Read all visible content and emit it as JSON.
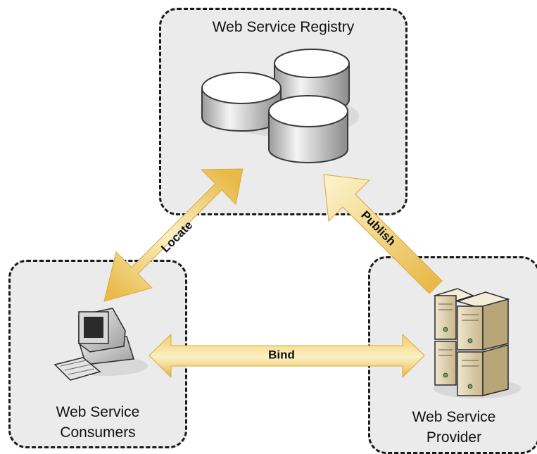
{
  "registry": {
    "title": "Web Service Registry"
  },
  "consumers": {
    "title_line1": "Web Service",
    "title_line2": "Consumers"
  },
  "provider": {
    "title_line1": "Web Service",
    "title_line2": "Provider"
  },
  "arrows": {
    "locate": "Locate",
    "publish": "Publish",
    "bind": "Bind"
  },
  "colors": {
    "box_fill": "#ebebeb",
    "arrow_light": "#fbf1c6",
    "arrow_dark": "#e9b949"
  },
  "icons": {
    "registry": "database-cylinders-icon",
    "consumer": "desktop-computer-icon",
    "provider": "server-rack-icon"
  }
}
